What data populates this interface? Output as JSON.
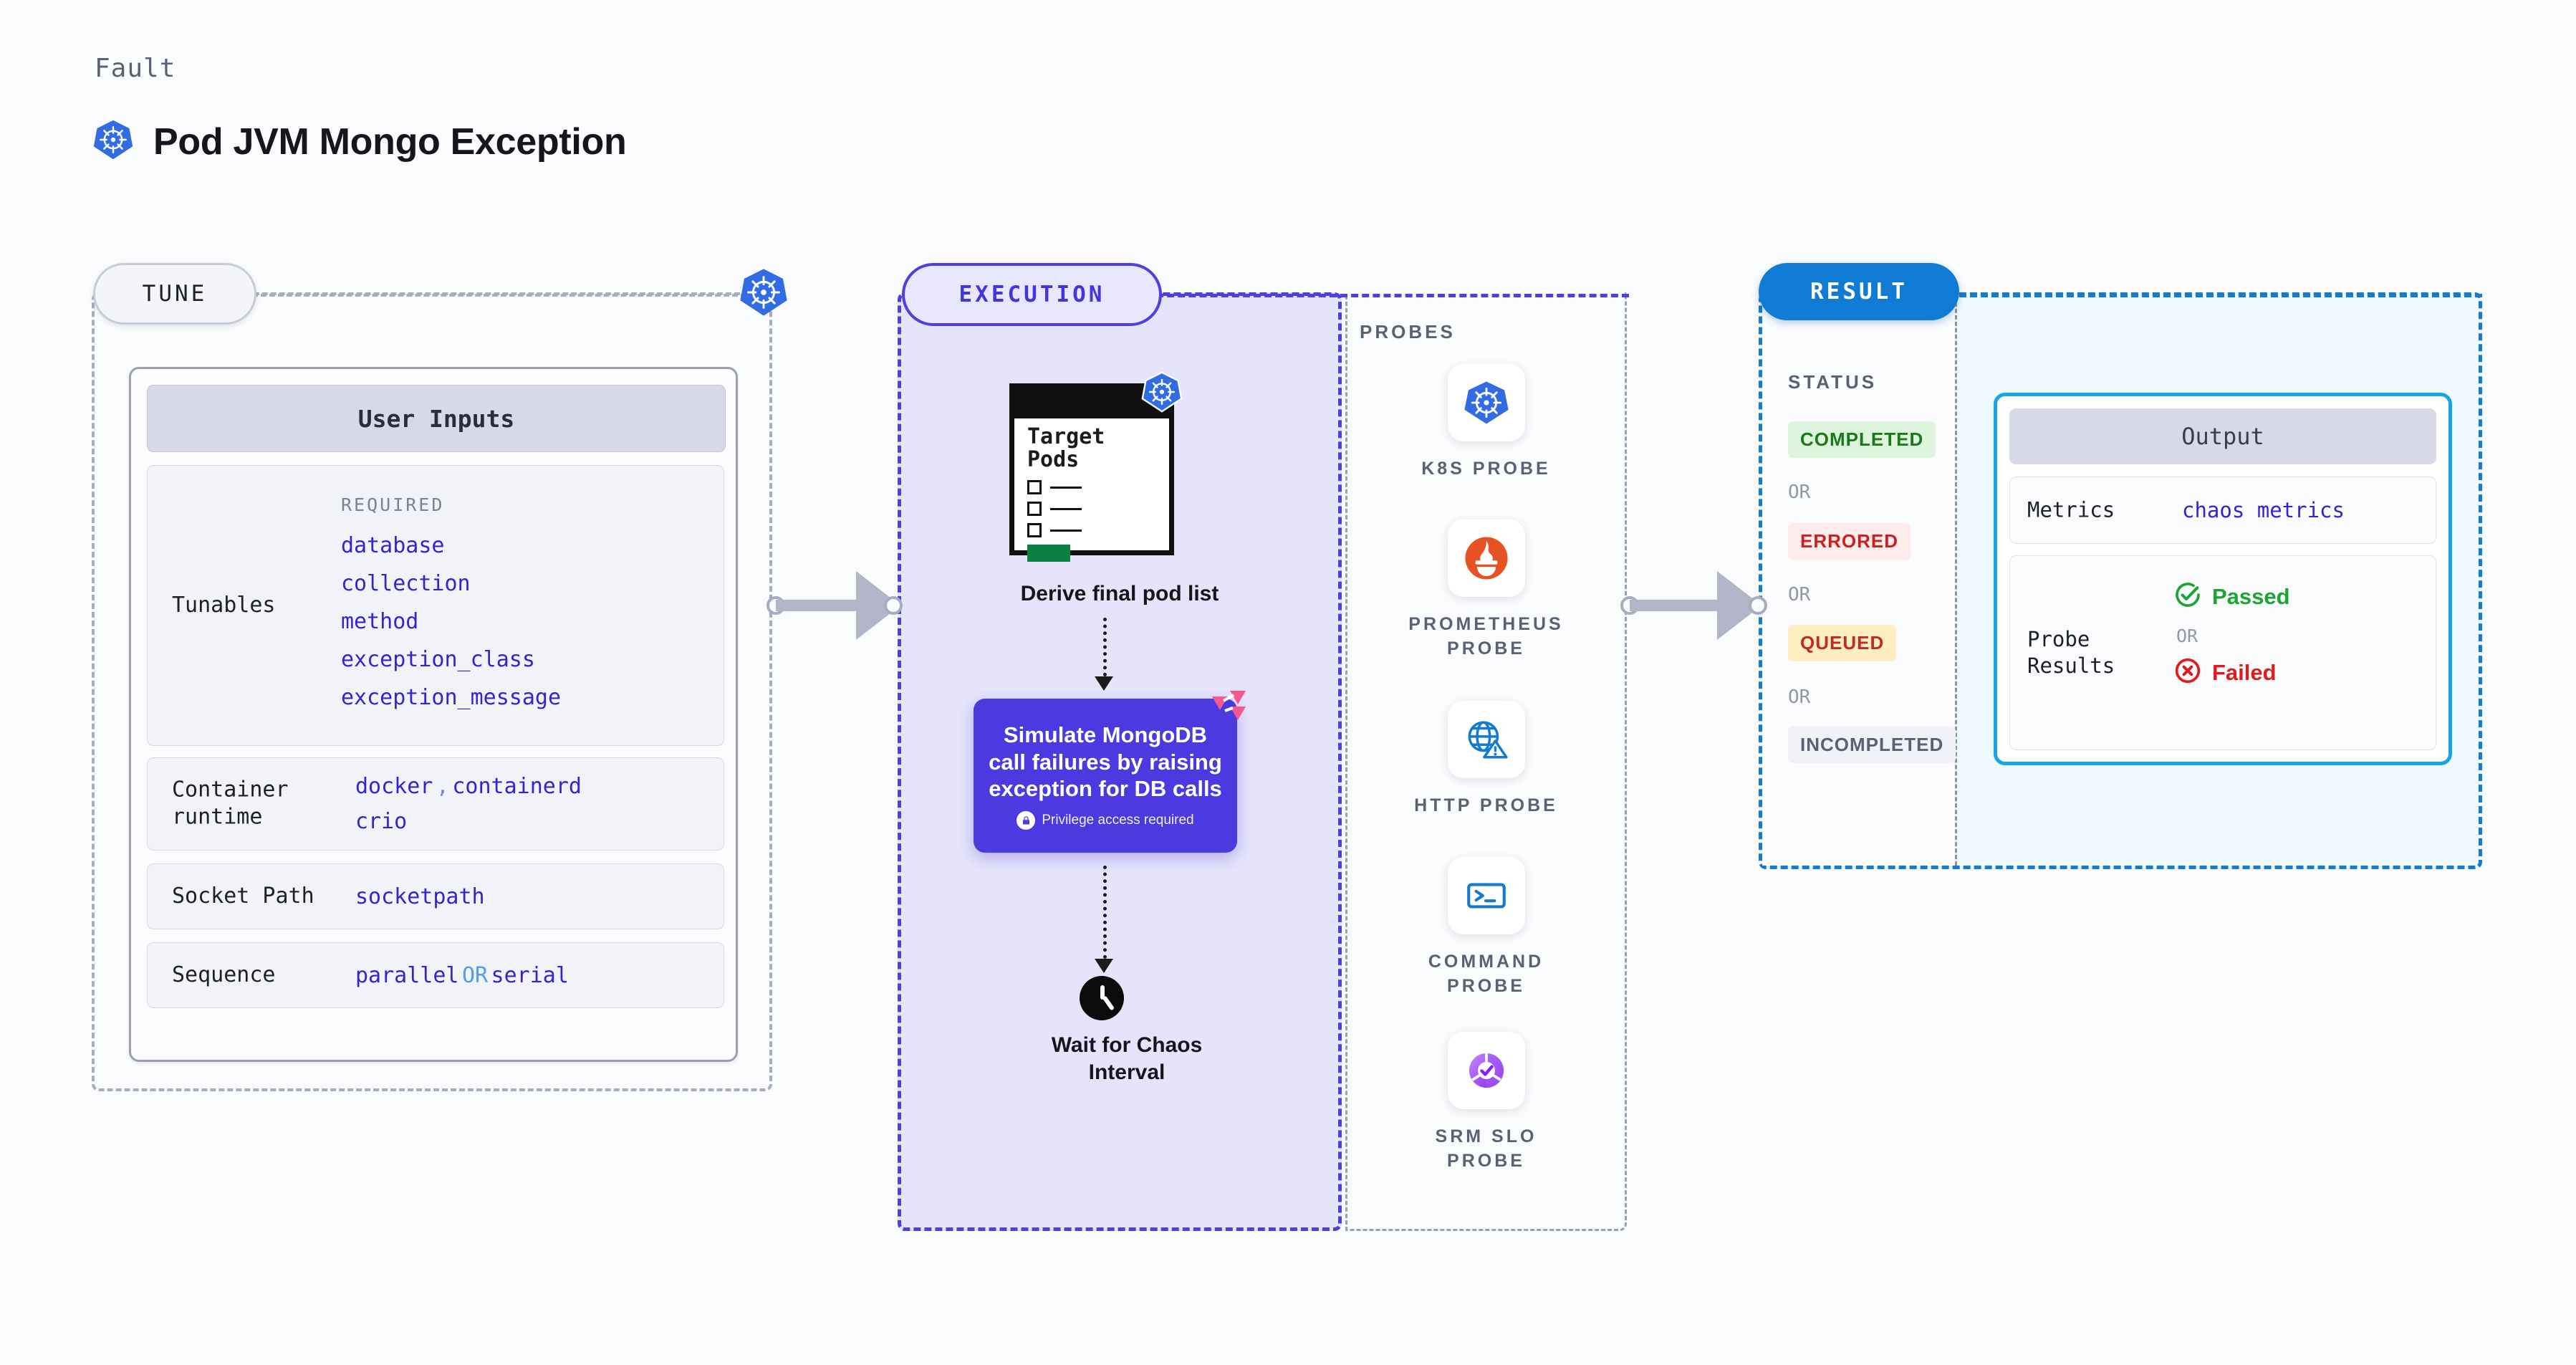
{
  "header": {
    "kicker": "Fault",
    "title": "Pod JVM Mongo Exception",
    "icon": "kubernetes-icon"
  },
  "tune": {
    "pill_label": "TUNE",
    "badge_icon": "kubernetes-icon",
    "user_inputs_title": "User Inputs",
    "rows": [
      {
        "label": "Tunables",
        "required_label": "REQUIRED",
        "values": [
          "database",
          "collection",
          "method",
          "exception_class",
          "exception_message"
        ]
      },
      {
        "label": "Container\nruntime",
        "values": [
          "docker",
          "containerd",
          "crio"
        ],
        "separator": ","
      },
      {
        "label": "Socket Path",
        "values": [
          "socketpath"
        ]
      },
      {
        "label": "Sequence",
        "values": [
          "parallel",
          "serial"
        ],
        "separator": "OR"
      }
    ]
  },
  "execution": {
    "pill_label": "EXECUTION",
    "pod_list": {
      "title": "Target\nPods",
      "badge_icon": "kubernetes-icon",
      "caption": "Derive final pod list"
    },
    "action": {
      "text": "Simulate MongoDB call failures by raising exception for DB calls",
      "privilege_note": "Privilege access required",
      "lock_icon": "lock-icon",
      "corner_badge_icon": "litmus-logo-icon",
      "color": "#4a3ae0"
    },
    "wait": {
      "icon": "clock-icon",
      "caption": "Wait for Chaos\nInterval"
    },
    "probes_label": "PROBES",
    "probes": [
      {
        "name": "K8S PROBE",
        "icon": "kubernetes-icon"
      },
      {
        "name": "PROMETHEUS\nPROBE",
        "icon": "prometheus-icon"
      },
      {
        "name": "HTTP PROBE",
        "icon": "globe-warning-icon"
      },
      {
        "name": "COMMAND\nPROBE",
        "icon": "terminal-icon"
      },
      {
        "name": "SRM SLO\nPROBE",
        "icon": "srm-slo-icon"
      }
    ]
  },
  "result": {
    "pill_label": "RESULT",
    "status_label": "STATUS",
    "or_label": "OR",
    "statuses": [
      {
        "label": "COMPLETED",
        "bg": "#dcf5dc",
        "fg": "#1a7a1a"
      },
      {
        "label": "ERRORED",
        "bg": "#fdeceb",
        "fg": "#cc2020"
      },
      {
        "label": "QUEUED",
        "bg": "#fdeec2",
        "fg": "#c0292a"
      },
      {
        "label": "INCOMPLETED",
        "bg": "#f1f2f7",
        "fg": "#5b6175"
      }
    ],
    "output": {
      "title": "Output",
      "metrics_label": "Metrics",
      "metrics_value": "chaos metrics",
      "probe_results_label": "Probe\nResults",
      "passed_label": "Passed",
      "failed_label": "Failed",
      "or_label": "OR",
      "passed_icon": "check-circle-icon",
      "failed_icon": "x-circle-icon",
      "passed_color": "#1ea434",
      "failed_color": "#e01b1b"
    }
  }
}
